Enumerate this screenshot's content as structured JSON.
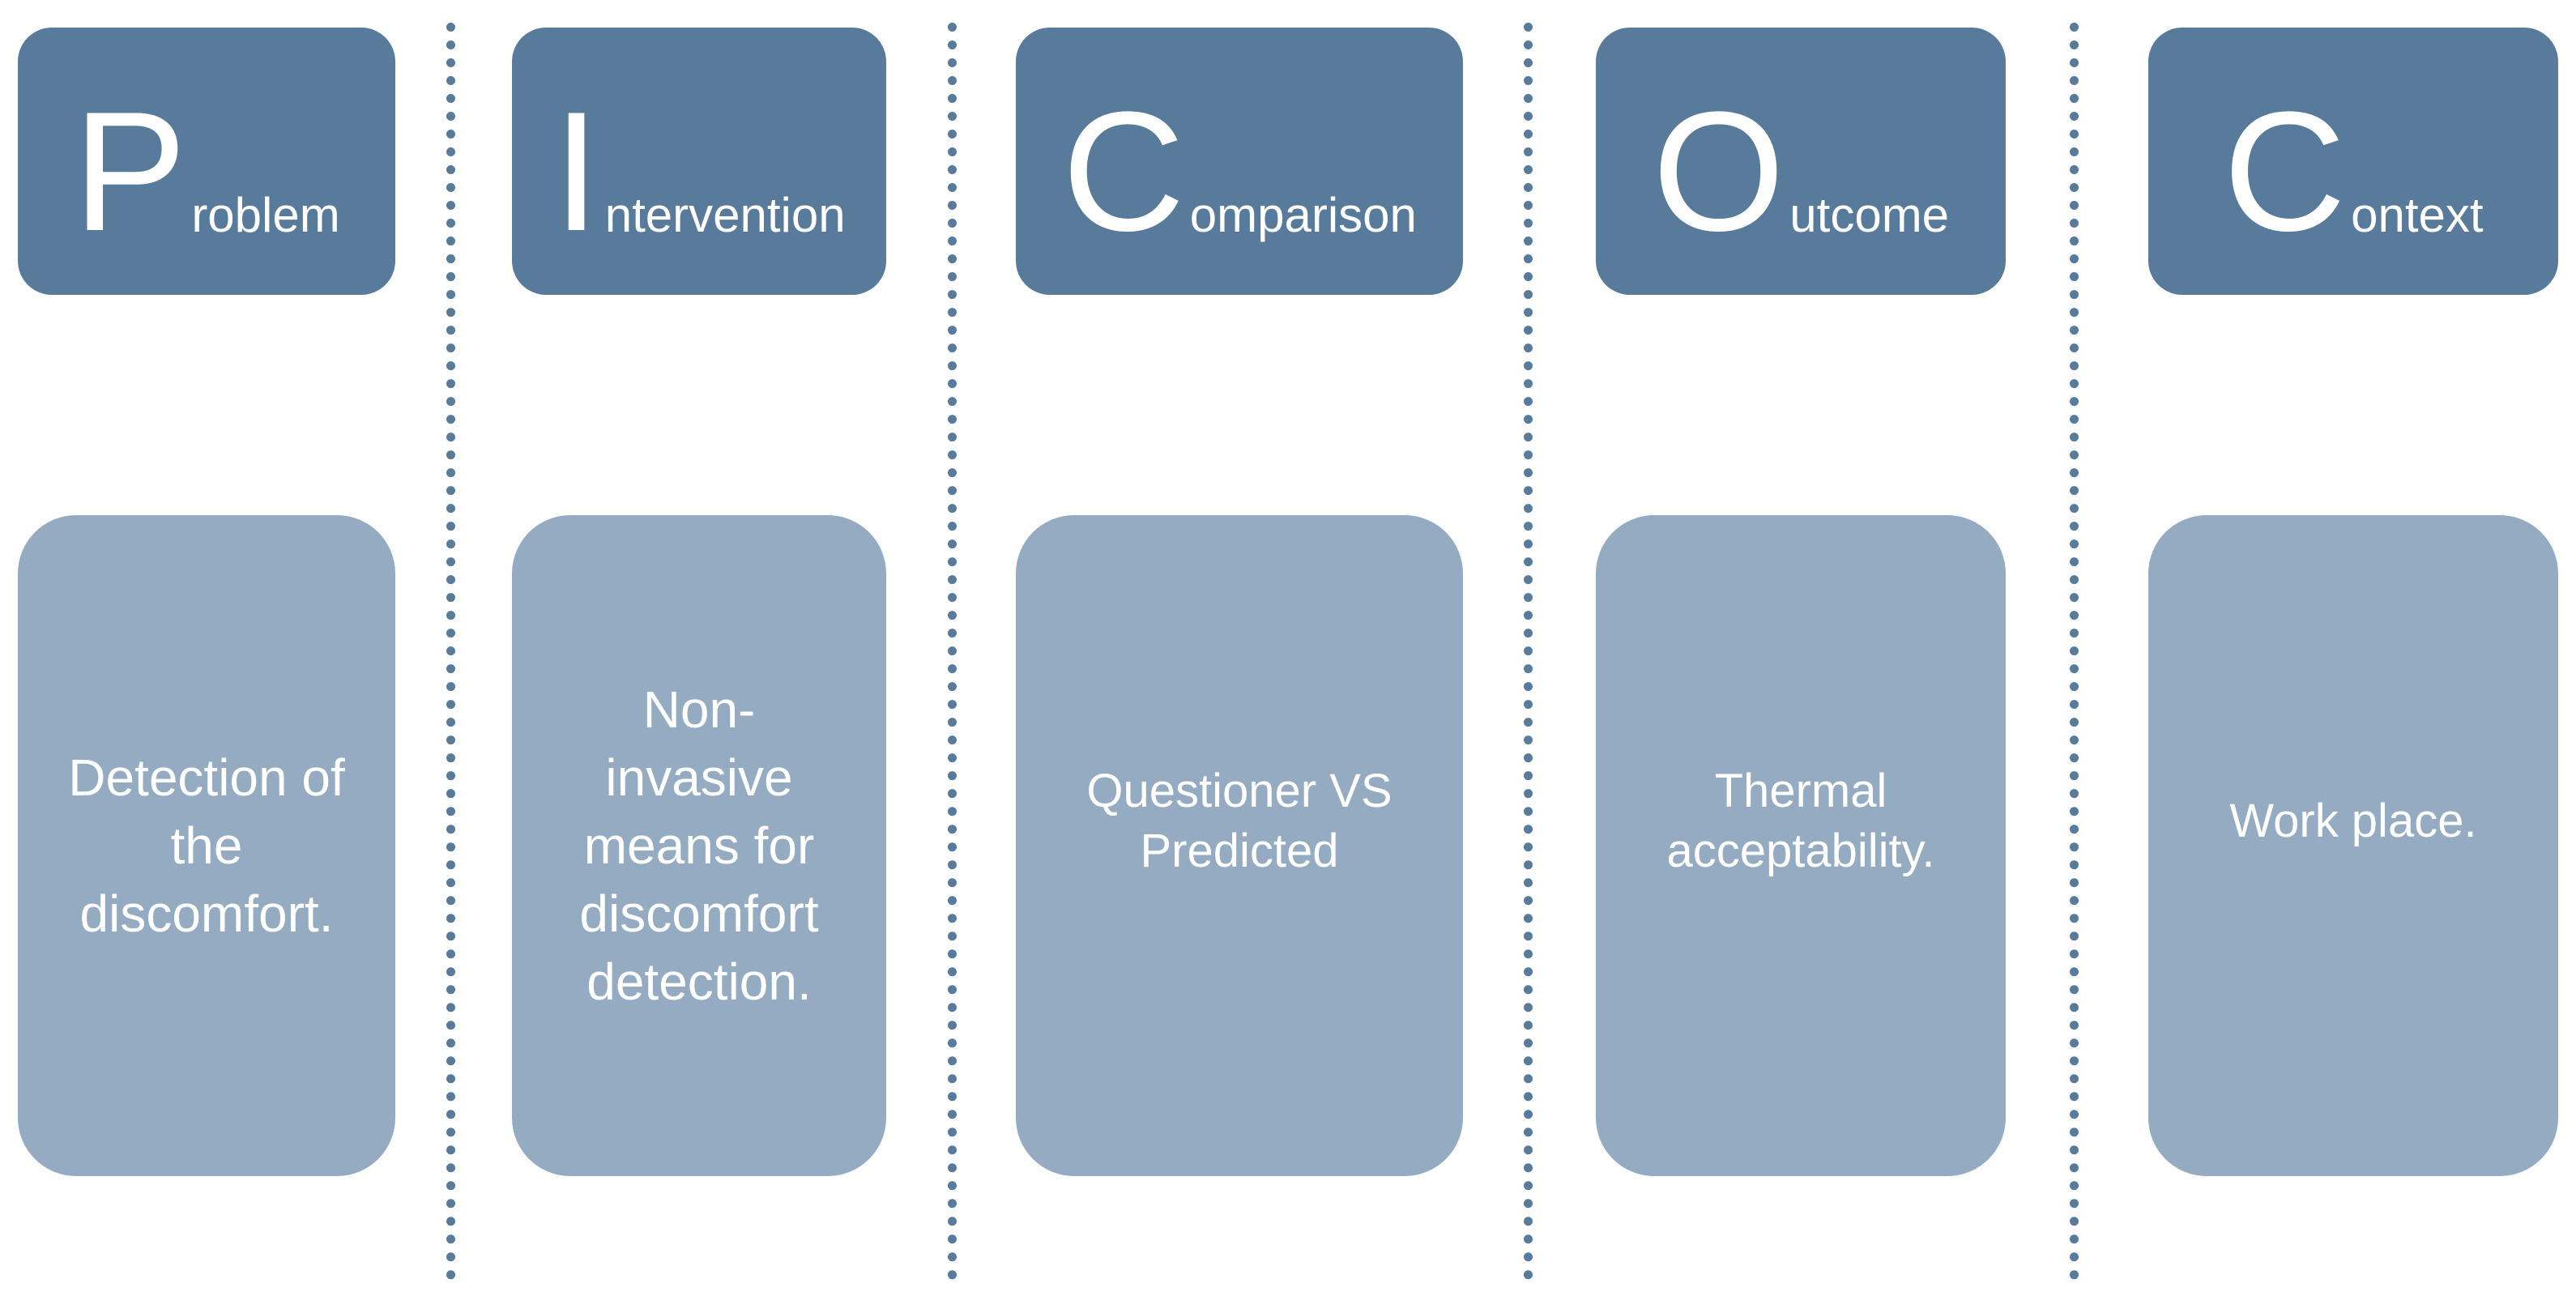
{
  "columns": [
    {
      "letter": "P",
      "rest": "roblem",
      "body": "Detection of\nthe\ndiscomfort."
    },
    {
      "letter": "I",
      "rest": "ntervention",
      "body": "Non-\ninvasive\nmeans for\ndiscomfort\ndetection."
    },
    {
      "letter": "C",
      "rest": "omparison",
      "body": "Questioner VS\nPredicted"
    },
    {
      "letter": "O",
      "rest": "utcome",
      "body": "Thermal\nacceptability."
    },
    {
      "letter": "C",
      "rest": "ontext",
      "body": "Work place."
    }
  ],
  "colors": {
    "header": "#587b9c",
    "body": "#94abc2",
    "separator": "#587b9c",
    "text": "#ffffff"
  }
}
